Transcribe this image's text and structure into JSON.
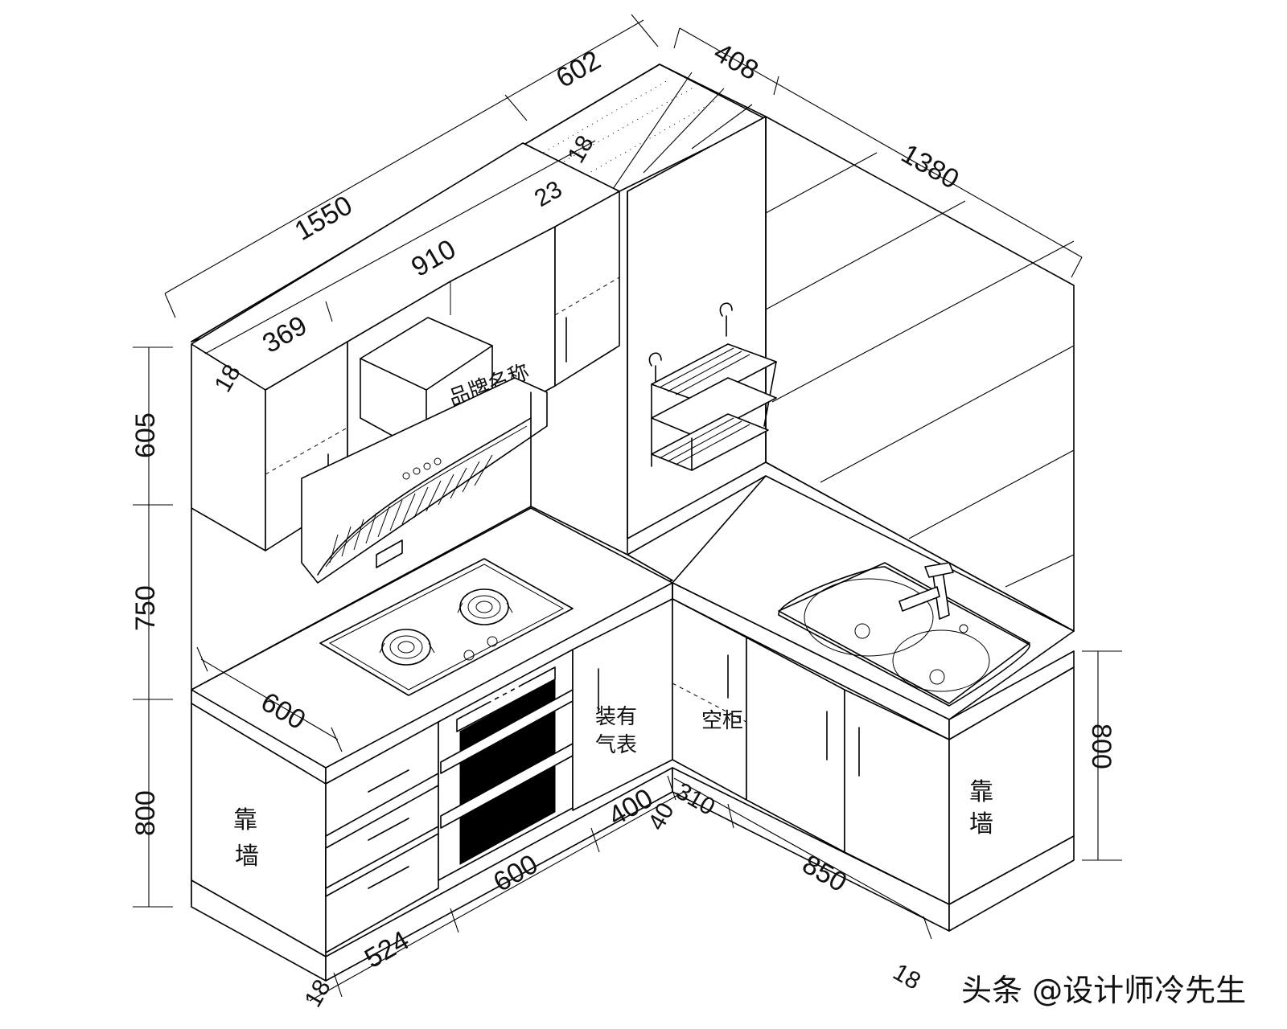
{
  "dimensions": {
    "upper_total": "1550",
    "upper_tall_width": "602",
    "corner_depth": "408",
    "right_wall": "1380",
    "hood_cabinet": "910",
    "gap_18_top": "18",
    "cabinet_23": "23",
    "left_upper": "369",
    "left_upper_thk": "18",
    "upper_height": "605",
    "mid_height": "750",
    "lower_height": "800",
    "counter_depth": "600",
    "base_18": "18",
    "base_524": "524",
    "base_600": "600",
    "base_400": "400",
    "corner_40": "40",
    "corner_310": "310",
    "right_850": "850",
    "right_18": "18",
    "right_height": "800"
  },
  "labels": {
    "wall_left_1": "靠",
    "wall_left_2": "墙",
    "gas_meter_1": "装有",
    "gas_meter_2": "气表",
    "empty_cabinet": "空柜",
    "wall_right_1": "靠",
    "wall_right_2": "墙",
    "hood_brand": "品牌名称"
  },
  "watermark": "头条 @设计师冷先生"
}
